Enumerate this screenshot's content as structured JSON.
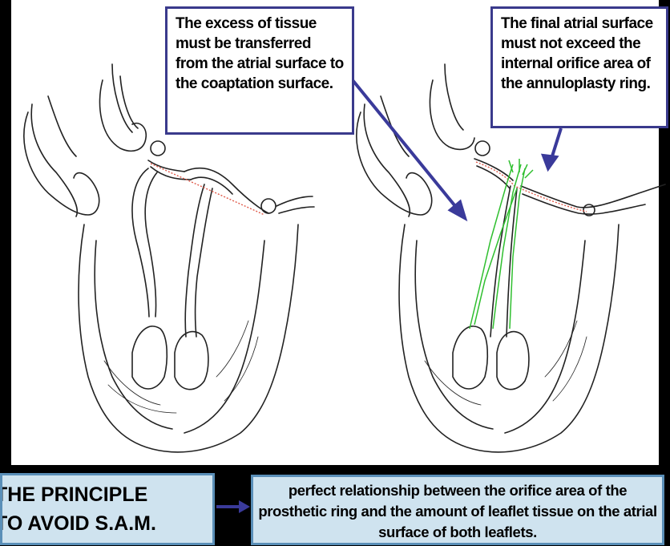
{
  "callouts": {
    "excess_tissue": "The excess of tissue must be transferred from the atrial surface to the coaptation surface.",
    "final_atrial": "The final atrial surface must not exceed the internal orifice area of the annuloplasty ring."
  },
  "principle": {
    "line1": "THE PRINCIPLE",
    "line2": "TO AVOID S.A.M."
  },
  "relationship_text": "perfect relationship between the orifice area of the prosthetic ring and the amount of leaflet tissue on the atrial surface of both leaflets.",
  "colors": {
    "background": "#000000",
    "panel": "#ffffff",
    "callout_border": "#3a3a8c",
    "arrow": "#3a3a9a",
    "box_fill": "#cfe3ef",
    "box_border": "#5a8fb8",
    "dotted_line": "#e05a4a",
    "green_lines": "#2fbf2f"
  }
}
